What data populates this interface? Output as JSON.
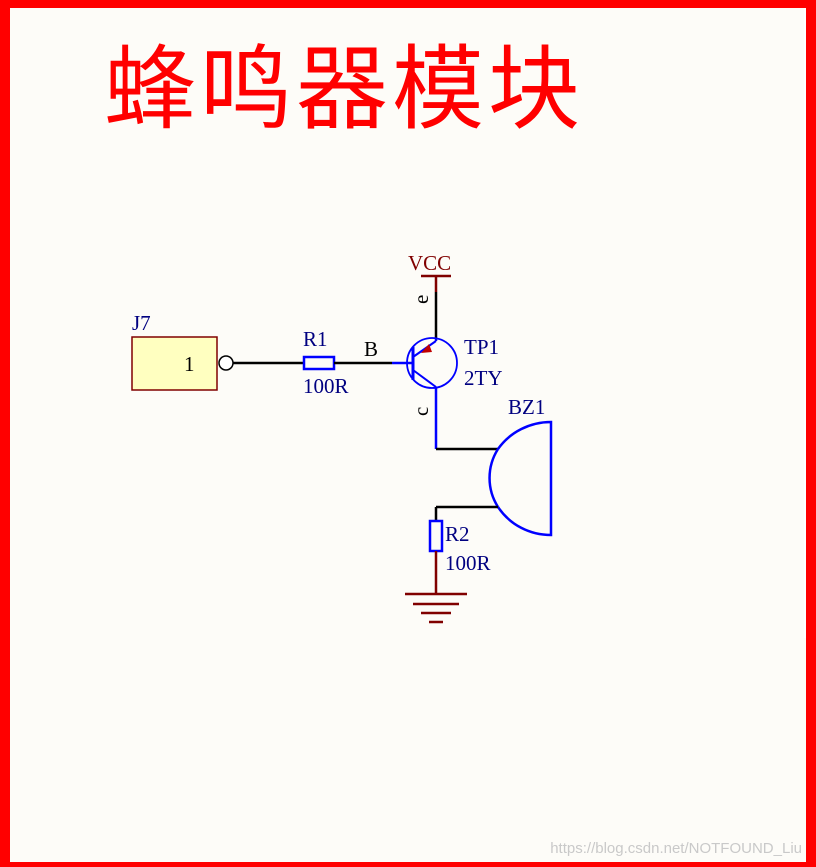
{
  "title": "蜂鸣器模块",
  "watermark": "https://blog.csdn.net/NOTFOUND_Liu",
  "colors": {
    "frame": "#ff0000",
    "wire": "#000000",
    "component": "#0000ff",
    "power": "#800000",
    "designator": "#000080",
    "connector_fill": "#ffffc0",
    "connector_border": "#800000"
  },
  "components": {
    "connector": {
      "designator": "J7",
      "pin": "1"
    },
    "r1": {
      "designator": "R1",
      "value": "100R"
    },
    "base_net": "B",
    "transistor": {
      "designator": "TP1",
      "value": "2TY",
      "emitter_pin": "e",
      "collector_pin": "c"
    },
    "power": {
      "net": "VCC"
    },
    "buzzer": {
      "designator": "BZ1"
    },
    "r2": {
      "designator": "R2",
      "value": "100R"
    },
    "ground": {
      "icon": "ground-icon"
    }
  }
}
